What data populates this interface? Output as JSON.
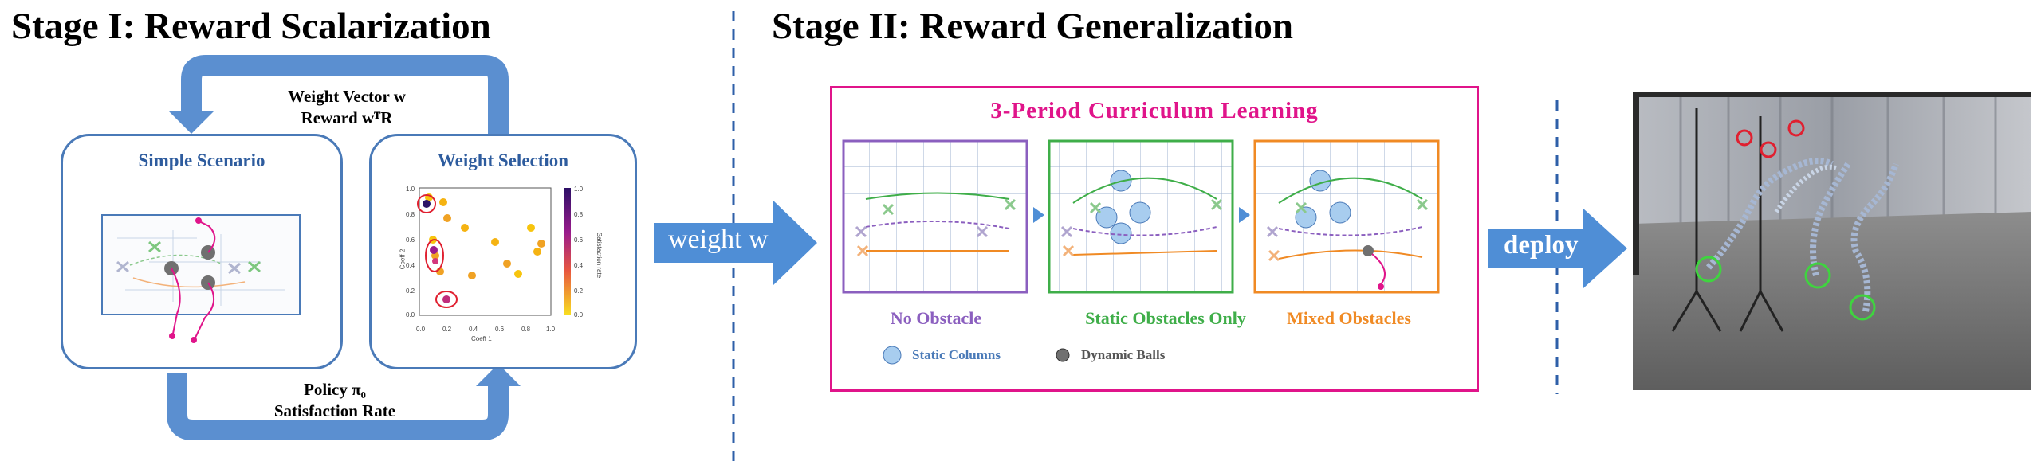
{
  "stage1": {
    "title": "Stage I: Reward Scalarization",
    "top_label_line1": "Weight Vector w",
    "top_label_line2": "Reward wᵀR",
    "bottom_label_line1": "Policy π₀",
    "bottom_label_line2": "Satisfaction Rate",
    "panel_left_title": "Simple Scenario",
    "panel_right_title": "Weight Selection",
    "scatter": {
      "xlabel": "Coeff 1",
      "ylabel": "Coeff 2",
      "colorbar_label": "Satisfaction rate",
      "x_ticks": [
        "0.0",
        "0.2",
        "0.4",
        "0.6",
        "0.8",
        "1.0"
      ],
      "y_ticks": [
        "0.0",
        "0.2",
        "0.4",
        "0.6",
        "0.8",
        "1.0"
      ],
      "cbar_ticks": [
        "1.0",
        "0.8",
        "0.6",
        "0.4",
        "0.2",
        "0.0"
      ]
    }
  },
  "connector": {
    "label": "weight w"
  },
  "stage2": {
    "title": "Stage II: Reward Generalization",
    "curriculum_title": "3-Period  Curriculum  Learning",
    "periods": [
      {
        "label": "No Obstacle",
        "color": "#8b5fbf"
      },
      {
        "label": "Static Obstacles Only",
        "color": "#3fae49"
      },
      {
        "label": "Mixed Obstacles",
        "color": "#f08a24"
      }
    ],
    "legend": {
      "static": "Static Columns",
      "dynamic": "Dynamic Balls"
    },
    "deploy_label": "deploy"
  },
  "colors": {
    "loop_arrow": "#5b8fd0",
    "panel_border": "#4a7ab8",
    "curriculum_border": "#e0148a",
    "arrow_fill": "#4f8ed6"
  }
}
